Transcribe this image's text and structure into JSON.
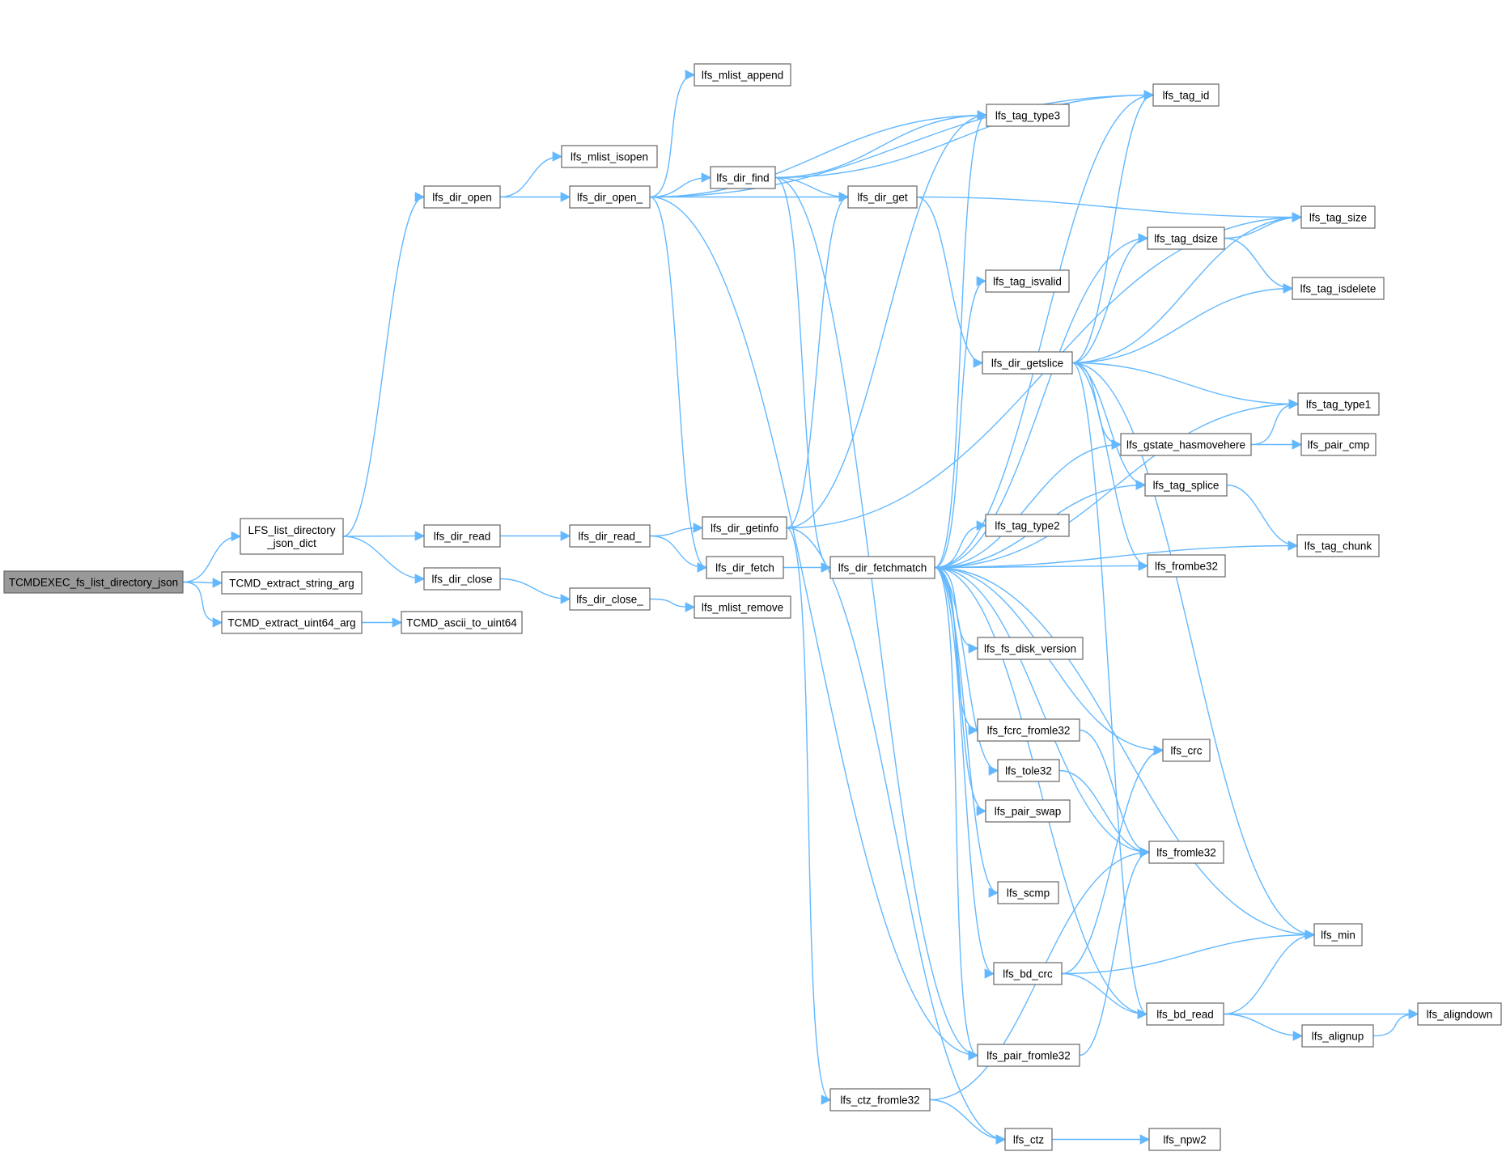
{
  "diagram": {
    "type": "call-graph",
    "colors": {
      "edge": "#63b8ff",
      "node_border": "#666666",
      "root_fill": "#999999",
      "node_fill": "#ffffff"
    },
    "nodes": [
      {
        "id": "root",
        "label": "TCMDEXEC_fs_list_directory_json",
        "root": true
      },
      {
        "id": "lfs_list_json",
        "lines": [
          "LFS_list_directory",
          "_json_dict"
        ]
      },
      {
        "id": "tcmd_string",
        "label": "TCMD_extract_string_arg"
      },
      {
        "id": "tcmd_uint64",
        "label": "TCMD_extract_uint64_arg"
      },
      {
        "id": "tcmd_ascii",
        "label": "TCMD_ascii_to_uint64"
      },
      {
        "id": "dir_open",
        "label": "lfs_dir_open"
      },
      {
        "id": "dir_read",
        "label": "lfs_dir_read"
      },
      {
        "id": "dir_close",
        "label": "lfs_dir_close"
      },
      {
        "id": "mlist_isopen",
        "label": "lfs_mlist_isopen"
      },
      {
        "id": "dir_open_",
        "label": "lfs_dir_open_"
      },
      {
        "id": "dir_read_",
        "label": "lfs_dir_read_"
      },
      {
        "id": "dir_close_",
        "label": "lfs_dir_close_"
      },
      {
        "id": "mlist_append",
        "label": "lfs_mlist_append"
      },
      {
        "id": "dir_find",
        "label": "lfs_dir_find"
      },
      {
        "id": "dir_getinfo",
        "label": "lfs_dir_getinfo"
      },
      {
        "id": "dir_fetch",
        "label": "lfs_dir_fetch"
      },
      {
        "id": "mlist_remove",
        "label": "lfs_mlist_remove"
      },
      {
        "id": "dir_get",
        "label": "lfs_dir_get"
      },
      {
        "id": "dir_fetchmatch",
        "label": "lfs_dir_fetchmatch"
      },
      {
        "id": "ctz_fromle32",
        "label": "lfs_ctz_fromle32"
      },
      {
        "id": "tag_isvalid",
        "label": "lfs_tag_isvalid"
      },
      {
        "id": "dir_getslice",
        "label": "lfs_dir_getslice"
      },
      {
        "id": "tag_type2",
        "label": "lfs_tag_type2"
      },
      {
        "id": "fs_disk_version",
        "label": "lfs_fs_disk_version"
      },
      {
        "id": "fcrc_fromle32",
        "label": "lfs_fcrc_fromle32"
      },
      {
        "id": "tole32",
        "label": "lfs_tole32"
      },
      {
        "id": "pair_swap",
        "label": "lfs_pair_swap"
      },
      {
        "id": "scmp",
        "label": "lfs_scmp"
      },
      {
        "id": "bd_crc",
        "label": "lfs_bd_crc"
      },
      {
        "id": "pair_fromle32",
        "label": "lfs_pair_fromle32"
      },
      {
        "id": "ctz",
        "label": "lfs_ctz"
      },
      {
        "id": "tag_id",
        "label": "lfs_tag_id"
      },
      {
        "id": "tag_type3",
        "label": "lfs_tag_type3"
      },
      {
        "id": "tag_dsize",
        "label": "lfs_tag_dsize"
      },
      {
        "id": "gstate_hasmovehere",
        "label": "lfs_gstate_hasmovehere"
      },
      {
        "id": "tag_splice",
        "label": "lfs_tag_splice"
      },
      {
        "id": "frombe32",
        "label": "lfs_frombe32"
      },
      {
        "id": "crc",
        "label": "lfs_crc"
      },
      {
        "id": "fromle32",
        "label": "lfs_fromle32"
      },
      {
        "id": "bd_read",
        "label": "lfs_bd_read"
      },
      {
        "id": "npw2",
        "label": "lfs_npw2"
      },
      {
        "id": "tag_size",
        "label": "lfs_tag_size"
      },
      {
        "id": "tag_isdelete",
        "label": "lfs_tag_isdelete"
      },
      {
        "id": "tag_type1",
        "label": "lfs_tag_type1"
      },
      {
        "id": "pair_cmp",
        "label": "lfs_pair_cmp"
      },
      {
        "id": "tag_chunk",
        "label": "lfs_tag_chunk"
      },
      {
        "id": "min",
        "label": "lfs_min"
      },
      {
        "id": "alignup",
        "label": "lfs_alignup"
      },
      {
        "id": "aligndown",
        "label": "lfs_aligndown"
      }
    ],
    "edges": [
      [
        "root",
        "lfs_list_json"
      ],
      [
        "root",
        "tcmd_string"
      ],
      [
        "root",
        "tcmd_uint64"
      ],
      [
        "tcmd_uint64",
        "tcmd_ascii"
      ],
      [
        "lfs_list_json",
        "dir_open"
      ],
      [
        "lfs_list_json",
        "dir_read"
      ],
      [
        "lfs_list_json",
        "dir_close"
      ],
      [
        "dir_open",
        "mlist_isopen"
      ],
      [
        "dir_open",
        "dir_open_"
      ],
      [
        "dir_read",
        "dir_read_"
      ],
      [
        "dir_close",
        "dir_close_"
      ],
      [
        "dir_close_",
        "mlist_remove"
      ],
      [
        "dir_read_",
        "dir_getinfo"
      ],
      [
        "dir_read_",
        "dir_fetch"
      ],
      [
        "dir_open_",
        "mlist_append"
      ],
      [
        "dir_open_",
        "tag_id"
      ],
      [
        "dir_open_",
        "tag_type3"
      ],
      [
        "dir_open_",
        "dir_find"
      ],
      [
        "dir_open_",
        "dir_get"
      ],
      [
        "dir_open_",
        "dir_fetch"
      ],
      [
        "dir_open_",
        "pair_fromle32"
      ],
      [
        "dir_find",
        "tag_id"
      ],
      [
        "dir_find",
        "tag_type3"
      ],
      [
        "dir_find",
        "dir_get"
      ],
      [
        "dir_find",
        "dir_fetchmatch"
      ],
      [
        "dir_find",
        "pair_fromle32"
      ],
      [
        "dir_getinfo",
        "dir_get"
      ],
      [
        "dir_getinfo",
        "tag_type3"
      ],
      [
        "dir_getinfo",
        "tag_size"
      ],
      [
        "dir_getinfo",
        "ctz_fromle32"
      ],
      [
        "dir_getinfo",
        "ctz"
      ],
      [
        "dir_fetch",
        "dir_fetchmatch"
      ],
      [
        "dir_get",
        "tag_size"
      ],
      [
        "dir_get",
        "dir_getslice"
      ],
      [
        "ctz_fromle32",
        "fromle32"
      ],
      [
        "ctz_fromle32",
        "ctz"
      ],
      [
        "ctz",
        "npw2"
      ],
      [
        "dir_getslice",
        "tag_id"
      ],
      [
        "dir_getslice",
        "tag_dsize"
      ],
      [
        "dir_getslice",
        "tag_size"
      ],
      [
        "dir_getslice",
        "tag_isdelete"
      ],
      [
        "dir_getslice",
        "tag_type1"
      ],
      [
        "dir_getslice",
        "gstate_hasmovehere"
      ],
      [
        "dir_getslice",
        "tag_splice"
      ],
      [
        "dir_getslice",
        "frombe32"
      ],
      [
        "dir_getslice",
        "min"
      ],
      [
        "dir_getslice",
        "bd_read"
      ],
      [
        "dir_fetchmatch",
        "tag_type3"
      ],
      [
        "dir_fetchmatch",
        "tag_id"
      ],
      [
        "dir_fetchmatch",
        "tag_isvalid"
      ],
      [
        "dir_fetchmatch",
        "tag_dsize"
      ],
      [
        "dir_fetchmatch",
        "tag_type1"
      ],
      [
        "dir_fetchmatch",
        "gstate_hasmovehere"
      ],
      [
        "dir_fetchmatch",
        "tag_splice"
      ],
      [
        "dir_fetchmatch",
        "tag_type2"
      ],
      [
        "dir_fetchmatch",
        "frombe32"
      ],
      [
        "dir_fetchmatch",
        "tag_chunk"
      ],
      [
        "dir_fetchmatch",
        "fs_disk_version"
      ],
      [
        "dir_fetchmatch",
        "fcrc_fromle32"
      ],
      [
        "dir_fetchmatch",
        "crc"
      ],
      [
        "dir_fetchmatch",
        "tole32"
      ],
      [
        "dir_fetchmatch",
        "pair_swap"
      ],
      [
        "dir_fetchmatch",
        "fromle32"
      ],
      [
        "dir_fetchmatch",
        "scmp"
      ],
      [
        "dir_fetchmatch",
        "min"
      ],
      [
        "dir_fetchmatch",
        "bd_crc"
      ],
      [
        "dir_fetchmatch",
        "bd_read"
      ],
      [
        "dir_fetchmatch",
        "pair_fromle32"
      ],
      [
        "fcrc_fromle32",
        "fromle32"
      ],
      [
        "tole32",
        "fromle32"
      ],
      [
        "pair_fromle32",
        "fromle32"
      ],
      [
        "bd_crc",
        "crc"
      ],
      [
        "bd_crc",
        "min"
      ],
      [
        "bd_crc",
        "bd_read"
      ],
      [
        "bd_read",
        "min"
      ],
      [
        "bd_read",
        "alignup"
      ],
      [
        "bd_read",
        "aligndown"
      ],
      [
        "alignup",
        "aligndown"
      ],
      [
        "tag_dsize",
        "tag_size"
      ],
      [
        "tag_dsize",
        "tag_isdelete"
      ],
      [
        "gstate_hasmovehere",
        "tag_type1"
      ],
      [
        "gstate_hasmovehere",
        "pair_cmp"
      ],
      [
        "tag_splice",
        "tag_chunk"
      ]
    ]
  }
}
